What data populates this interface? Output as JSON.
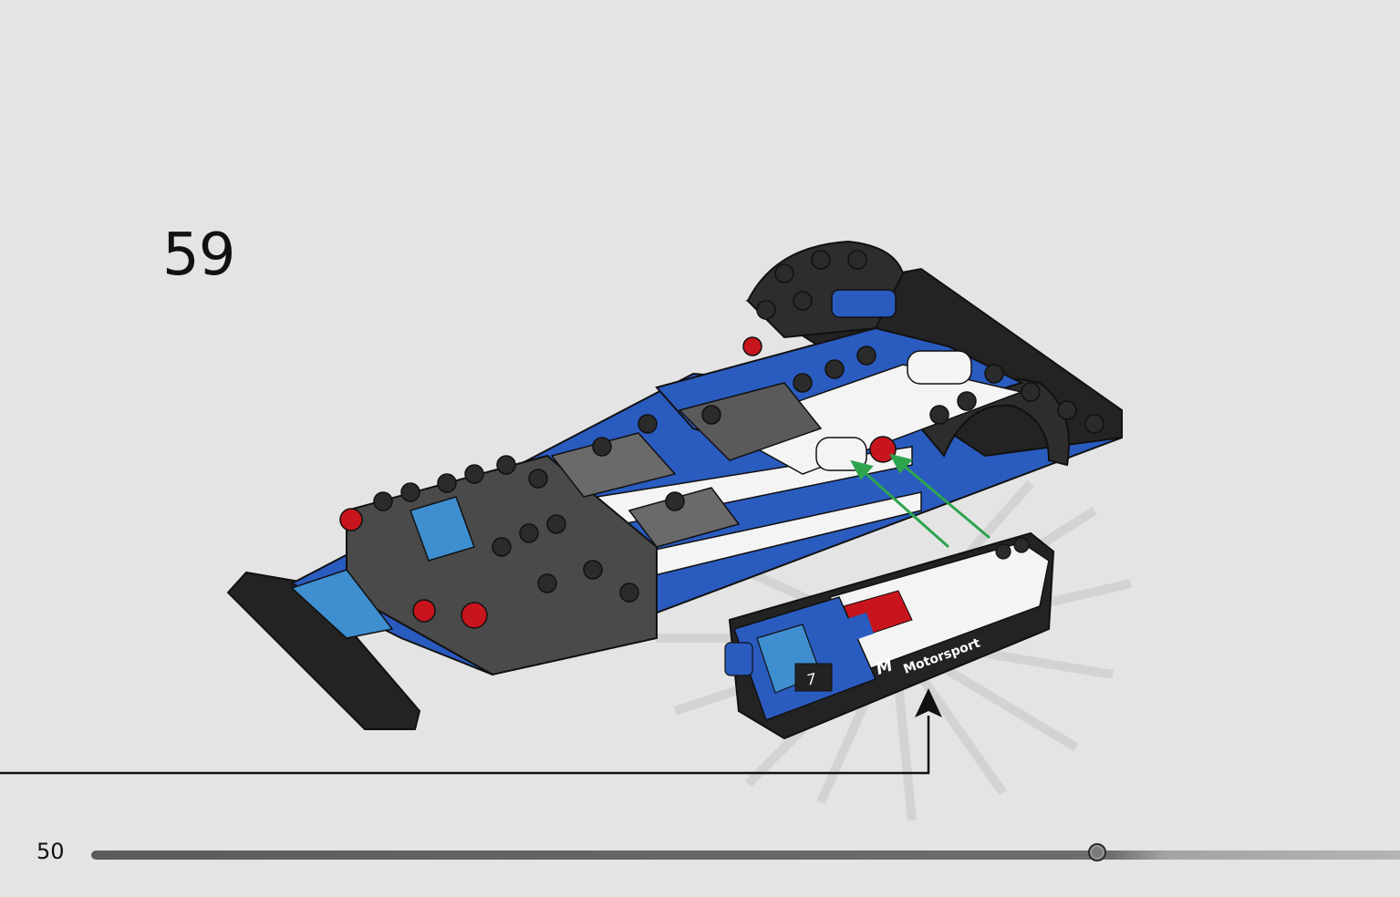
{
  "step": {
    "number": "59"
  },
  "footer": {
    "page_number": "50"
  },
  "progress": {
    "fraction": 0.77
  },
  "decal": {
    "brand_text": "Motorsport",
    "number_text": "7",
    "m_logo_text": "M"
  },
  "colors": {
    "background": "#e5e4e4",
    "brick_blue": "#2a5bbf",
    "brick_dark_gray": "#3c3c3c",
    "brick_black": "#232323",
    "brick_white": "#f4f4f4",
    "brick_red": "#c8141c",
    "brick_light_blue": "#3f8fd0",
    "arrow_green": "#2ea44f"
  },
  "icons": {
    "progress_handle": "slider-knob-icon",
    "callout_arrow": "arrow-up-icon"
  }
}
